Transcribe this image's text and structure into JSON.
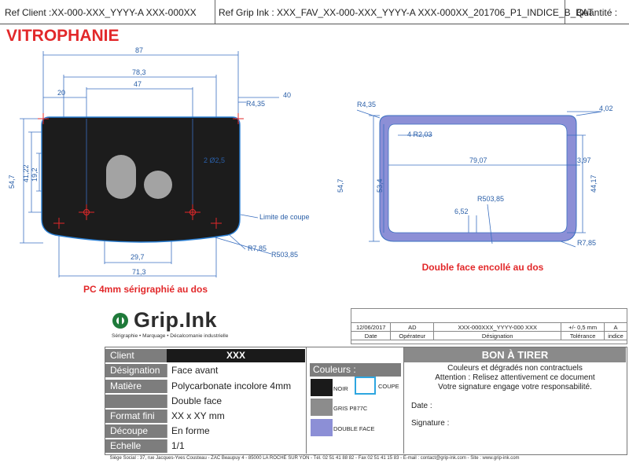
{
  "header": {
    "ref_client": "Ref Client :XX-000-XXX_YYYY-A XXX-000XX",
    "ref_gripink": "Ref Grip Ink : XXX_FAV_XX-000-XXX_YYYY-A XXX-000XX_201706_P1_INDICE_B_BAT",
    "quantite": "Quantité :"
  },
  "page_title": "VITROPHANIE",
  "left_drawing": {
    "dims": {
      "w87": "87",
      "w78": "78,3",
      "w47": "47",
      "w20": "20",
      "r435": "R4,35",
      "w40": "40",
      "h547": "54,7",
      "h4122": "41,22",
      "h192": "19,2",
      "hole": "2 Ø2,5",
      "limite": "Limite de coupe",
      "r785": "R7,85",
      "r50385": "R503,85",
      "w297": "29,7",
      "w713": "71,3"
    },
    "caption": "PC 4mm sérigraphié au dos"
  },
  "right_drawing": {
    "dims": {
      "r435": "R4,35",
      "d402": "4,02",
      "r203": "4 R2,03",
      "w7907": "79,07",
      "d397": "3,97",
      "h547": "54,7",
      "h534": "53,4",
      "h4417": "44,17",
      "r50385": "R503,85",
      "d652": "6,52",
      "r785": "R7,85"
    },
    "caption": "Double face encollé au dos"
  },
  "logo": {
    "name": "Grip.Ink",
    "tagline": "Sérigraphie • Marquage • Décalcomanie industrielle"
  },
  "revision": {
    "values": [
      "12/06/2017",
      "AD",
      "XXX-000XXX_YYYY-000 XXX",
      "+/- 0,5 mm",
      "A"
    ],
    "headers": [
      "Date",
      "Opérateur",
      "Désignation",
      "Tolérance",
      "indice"
    ]
  },
  "spec": {
    "client_label": "Client",
    "client_value": "XXX",
    "rows": [
      {
        "label": "Désignation",
        "value": "Face avant"
      },
      {
        "label": "Matière",
        "value": "Polycarbonate incolore 4mm"
      },
      {
        "label": "",
        "value": "Double face"
      },
      {
        "label": "Format fini",
        "value": "XX x XY mm"
      },
      {
        "label": "Découpe",
        "value": "En forme"
      },
      {
        "label": "Echelle",
        "value": "1/1"
      }
    ]
  },
  "colors": {
    "title": "Couleurs :",
    "items": [
      {
        "name": "NOIR",
        "hex": "#1a1a1a"
      },
      {
        "name": "COUPE",
        "hex": "#ffffff"
      },
      {
        "name": "GRIS P877C",
        "hex": "#8c8c8c"
      },
      {
        "name": "DOUBLE FACE",
        "hex": "#8c8fd6"
      }
    ]
  },
  "bat": {
    "title": "BON À TIRER",
    "line1": "Couleurs et dégradés non contractuels",
    "line2": "Attention : Relisez attentivement ce document",
    "line3": "Votre signature engage votre responsabilité.",
    "date_label": "Date :",
    "signature_label": "Signature :"
  },
  "footer": "Siège Social : 37, rue Jacques-Yves Cousteau - ZAC Beaupuy 4 - 85000 LA ROCHE SUR YON - Tél. 02 51 41 88 82 - Fax 02 51 41 15 83 - E-mail : contact@grip-ink.com - Site : www.grip-ink.com"
}
